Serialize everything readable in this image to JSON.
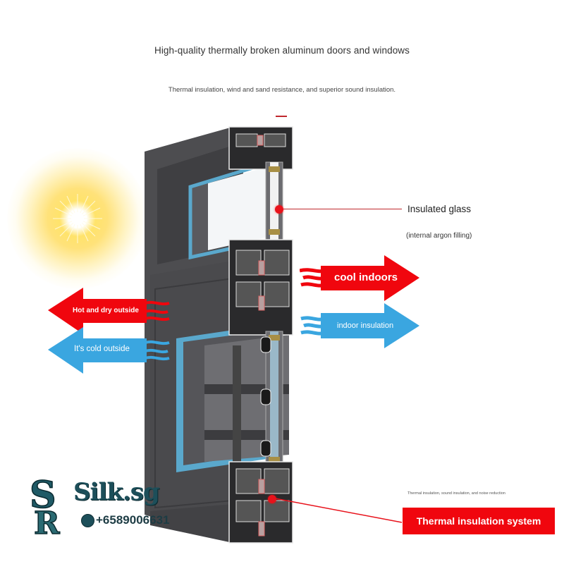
{
  "header": {
    "title": "High-quality thermally broken aluminum doors and windows",
    "subtitle": "Thermal insulation, wind and sand resistance, and superior sound insulation."
  },
  "callouts": {
    "insulated_glass": "Insulated glass",
    "argon": "(internal argon filling)",
    "small_note": "Thermal insulation, sound insulation, and noise reduction",
    "thermal_system": "Thermal insulation system"
  },
  "arrows": {
    "cool_indoors": "cool indoors",
    "indoor_insulation": "indoor insulation",
    "hot_outside": "Hot and dry outside",
    "cold_outside": "It's cold outside"
  },
  "colors": {
    "red": "#f0060e",
    "blue": "#3aa6e0",
    "frame": "#4a4a4c",
    "accent_line": "#c0282d"
  },
  "logo": {
    "monogram": "SR",
    "site": "Silk.sg",
    "phone": "+6589006631",
    "phone_icon": "whatsapp-icon"
  }
}
